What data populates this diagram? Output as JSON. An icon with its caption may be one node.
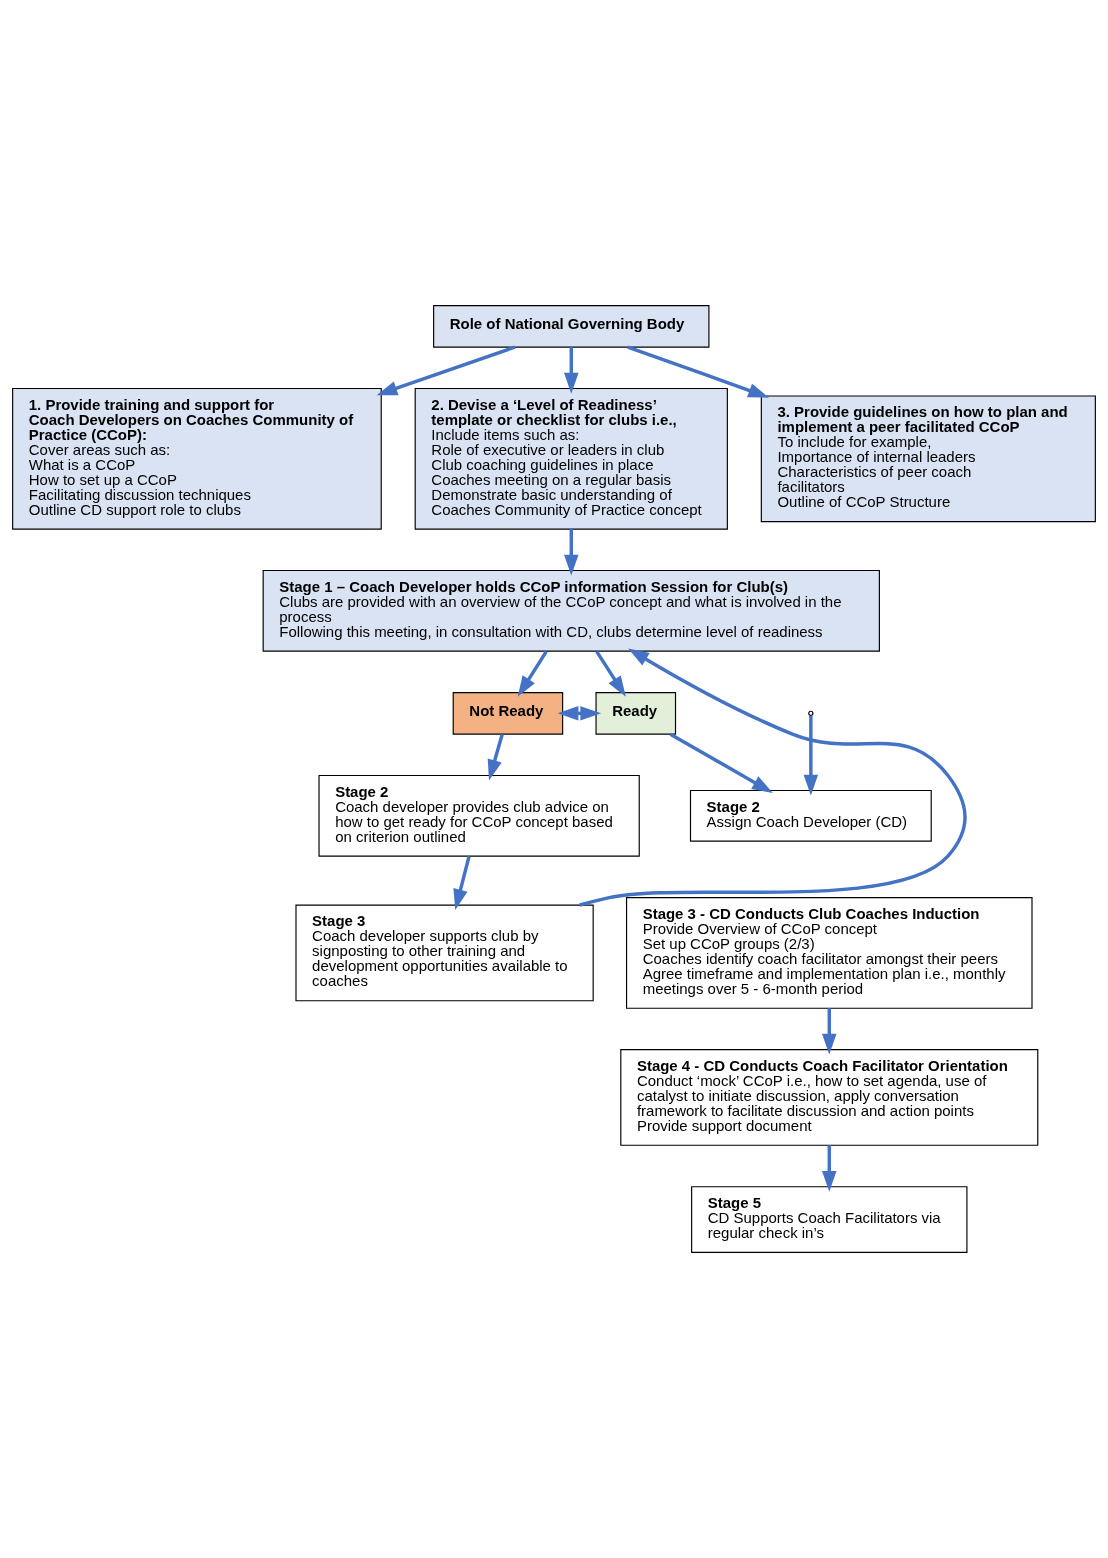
{
  "diagram": {
    "nodes": [
      {
        "text": [
          "Role of National Governing Body"
        ]
      },
      {
        "text": [
          "1. Provide training and support for Coach Developers on Coaches Community of Practice (CCoP):",
          "Cover areas such as:",
          "What is a CCoP",
          "How to set up a CCoP",
          "Facilitating discussion techniques",
          "Outline CD support role to clubs"
        ]
      },
      {
        "text": [
          "2. Devise a ‘Level of Readiness’ template or checklist for clubs i.e.,",
          "Include items such as:",
          "Role of executive or leaders in club",
          "Club coaching guidelines in place",
          "Coaches meeting on a regular basis",
          "Demonstrate basic understanding of Coaches Community of Practice concept"
        ]
      },
      {
        "text": [
          "3. Provide guidelines on how to plan and implement a peer facilitated CCoP",
          "To include for example,",
          "Importance of internal leaders",
          "Characteristics of peer coach facilitators",
          "Outline of CCoP Structure"
        ]
      },
      {
        "text": [
          "Stage 1 – Coach Developer holds CCoP information Session for Club(s)",
          "Clubs are provided with an overview of the CCoP concept and what is involved in the process",
          "Following this meeting, in consultation with CD, clubs determine level of readiness"
        ]
      },
      {
        "text": [
          "Not Ready"
        ]
      },
      {
        "text": [
          "Ready"
        ]
      },
      {
        "text": [
          "Stage 2",
          "Coach developer provides club advice on how to get ready for CCoP concept based on criterion outlined"
        ]
      },
      {
        "text": [
          "Stage 3",
          "Coach developer supports club by signposting to other training and development opportunities available to coaches"
        ]
      },
      {
        "text": [
          "Stage 2",
          "Assign Coach Developer (CD)"
        ]
      },
      {
        "text": [
          "Stage 3 - CD Conducts Club Coaches Induction",
          "Provide Overview of CCoP concept",
          "Set up CCoP groups (2/3)",
          "Coaches identify coach facilitator amongst their peers",
          "Agree timeframe and implementation plan i.e., monthly meetings over 5 - 6-month period"
        ]
      },
      {
        "text": [
          "Stage 4 - CD Conducts Coach Facilitator Orientation",
          "Conduct ‘mock’ CCoP i.e., how to set agenda, use of catalyst to initiate discussion, apply conversation framework to facilitate discussion and action points",
          "Provide support document"
        ]
      },
      {
        "text": [
          "Stage 5",
          "CD Supports Coach Facilitators via regular check in’s"
        ]
      }
    ],
    "edges": [
      {
        "from": 0,
        "to": 1,
        "arrow": "to"
      },
      {
        "from": 0,
        "to": 2,
        "arrow": "to"
      },
      {
        "from": 0,
        "to": 3,
        "arrow": "to"
      },
      {
        "from": 2,
        "to": 4,
        "arrow": "to"
      },
      {
        "from": 4,
        "to": 5,
        "arrow": "to"
      },
      {
        "from": 4,
        "to": 6,
        "arrow": "to"
      },
      {
        "from": 5,
        "to": 6,
        "arrow": "both"
      },
      {
        "from": 5,
        "to": 7,
        "arrow": "to"
      },
      {
        "from": 7,
        "to": 8,
        "arrow": "to"
      },
      {
        "from": 8,
        "to": 4,
        "arrow": "to"
      },
      {
        "from": 6,
        "to": 9,
        "arrow": "to"
      },
      {
        "from": null,
        "to": 9,
        "arrow": "to"
      },
      {
        "from": 10,
        "to": 11,
        "arrow": "to"
      },
      {
        "from": 11,
        "to": 12,
        "arrow": "to"
      }
    ]
  }
}
